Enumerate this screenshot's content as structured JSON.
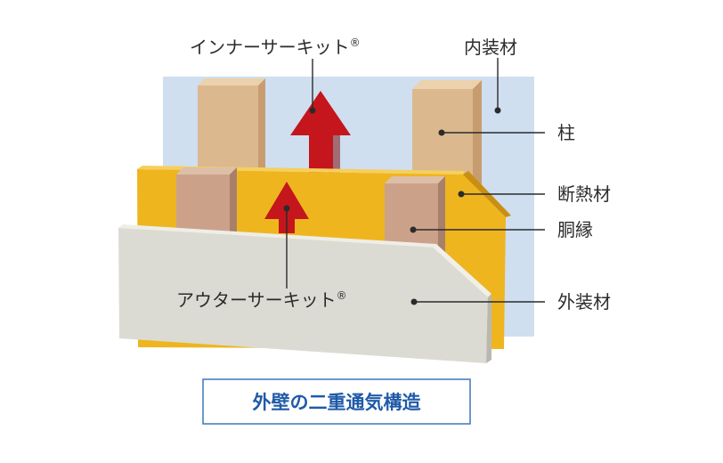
{
  "labels": {
    "inner_circuit": "インナーサーキット",
    "inner_circuit_mark": "®",
    "outer_circuit": "アウターサーキット",
    "outer_circuit_mark": "®",
    "interior_material": "内装材",
    "pillar": "柱",
    "insulation": "断熱材",
    "furring_strip": "胴縁",
    "exterior_material": "外装材"
  },
  "caption": "外壁の二重通気構造",
  "colors": {
    "interior_panel": "#cfdff0",
    "insulation": "#eeb51f",
    "exterior_panel": "#dcdbd3",
    "wood": "#dcb88f",
    "arrow": "#c4161c",
    "caption_text": "#1f5aa8",
    "caption_border": "#4a7fc0"
  }
}
